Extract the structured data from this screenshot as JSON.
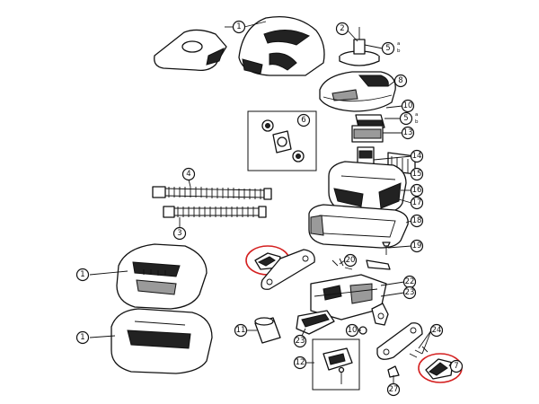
{
  "callouts": [
    {
      "label": "1"
    },
    {
      "label": "2"
    },
    {
      "label": "5"
    },
    {
      "label": "8"
    },
    {
      "label": "10"
    },
    {
      "label": "5"
    },
    {
      "label": "6"
    },
    {
      "label": "13"
    },
    {
      "label": "14"
    },
    {
      "label": "4"
    },
    {
      "label": "15"
    },
    {
      "label": "16"
    },
    {
      "label": "17"
    },
    {
      "label": "3"
    },
    {
      "label": "18"
    },
    {
      "label": "19"
    },
    {
      "label": "20"
    },
    {
      "label": "1"
    },
    {
      "label": "22"
    },
    {
      "label": "23"
    },
    {
      "label": "1"
    },
    {
      "label": "11"
    },
    {
      "label": "23"
    },
    {
      "label": "10"
    },
    {
      "label": "24"
    },
    {
      "label": "12"
    },
    {
      "label": "7"
    },
    {
      "label": "27"
    }
  ],
  "sub_labels": {
    "five_top_a": "a",
    "five_top_b": "b",
    "five_mid_a": "a",
    "five_mid_b": "b"
  },
  "highlight_color": "#d42020"
}
